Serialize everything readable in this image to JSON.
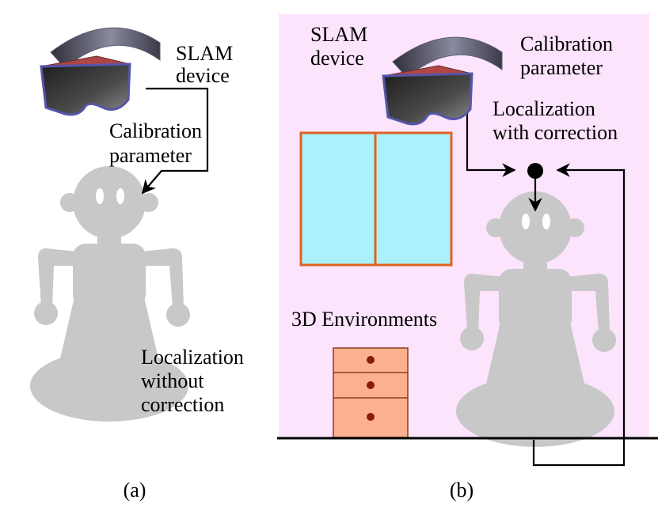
{
  "colors": {
    "background": "#ffffff",
    "panel_b_background": "#fce4fc",
    "robot": "#c8c8c8",
    "robot_eye": "#ffffff",
    "window_frame": "#e0621e",
    "window_glass": "#aaf1fb",
    "drawer_fill": "#fbb18f",
    "drawer_stroke": "#8b3a1e",
    "knob": "#8c1a0a",
    "line": "#000000",
    "headset_band": "#5a5a6e",
    "headset_frame": "#b04646",
    "headset_lens": "#3a3a3a"
  },
  "icons": {
    "headset": "slam-device-headset-icon",
    "robot": "robot-icon",
    "window": "window-icon",
    "drawers": "chest-of-drawers-icon",
    "junction": "junction-dot-icon"
  },
  "panel_a": {
    "device_label": [
      "SLAM",
      "device"
    ],
    "calibration_label": [
      "Calibration",
      "parameter"
    ],
    "localization_label": [
      "Localization",
      "without",
      "correction"
    ],
    "caption": "(a)"
  },
  "panel_b": {
    "device_label": [
      "SLAM",
      "device"
    ],
    "calibration_label": [
      "Calibration",
      "parameter"
    ],
    "localization_label": [
      "Localization",
      "with correction"
    ],
    "environment_label": "3D Environments",
    "caption": "(b)"
  }
}
